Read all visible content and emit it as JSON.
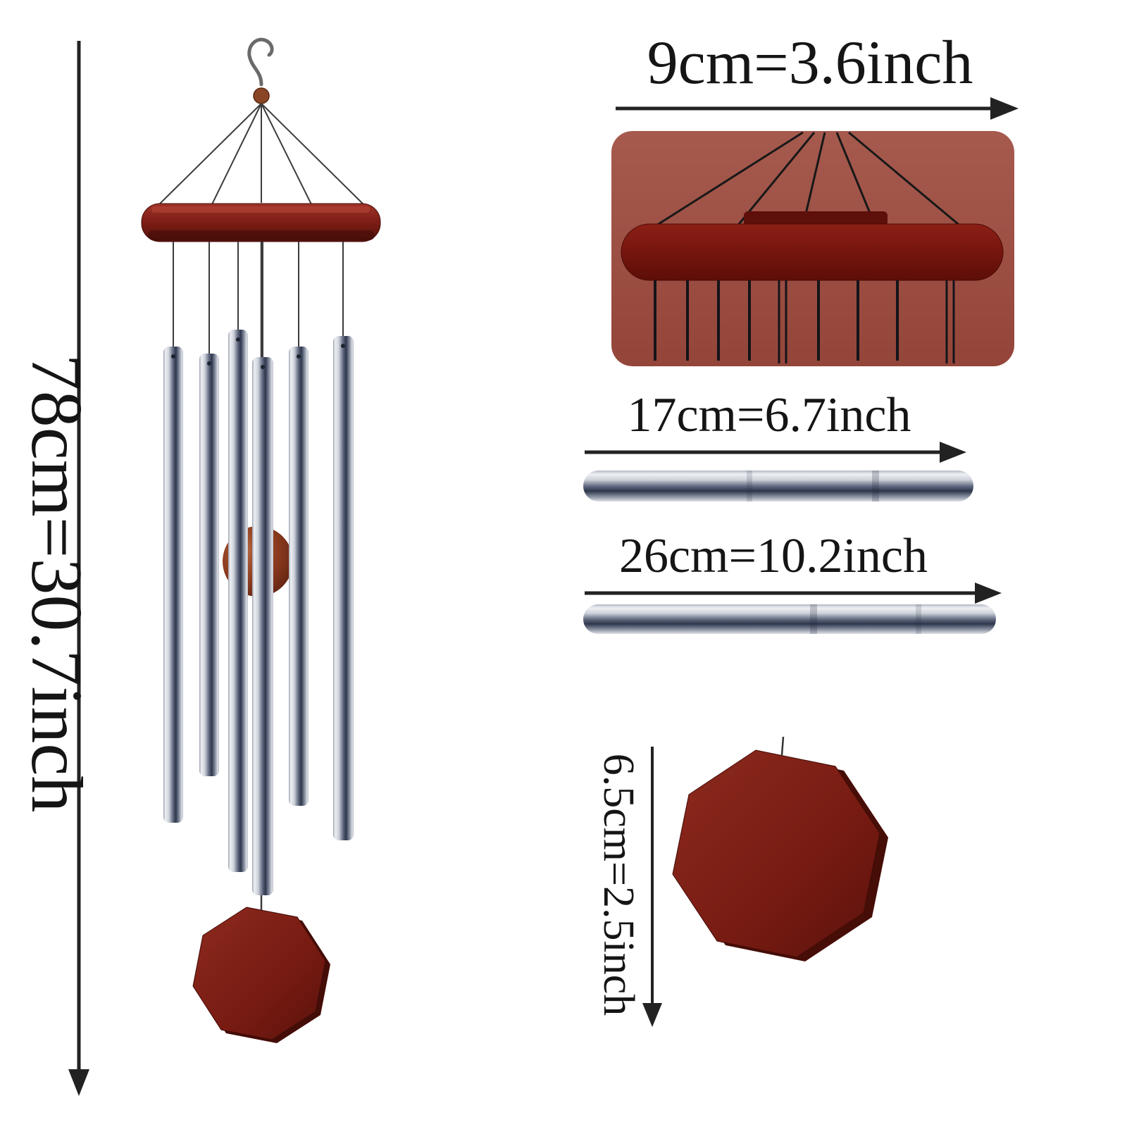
{
  "page": {
    "type": "product-dimension-diagram",
    "subject": "silver tube wind chime with wooden top plate and octagon wind catcher"
  },
  "labels": {
    "total_height": "78cm=30.7inch",
    "top_width": "9cm=3.6inch",
    "short_tube": "17cm=6.7inch",
    "long_tube": "26cm=10.2inch",
    "sail_size": "6.5cm=2.5inch"
  },
  "colors": {
    "background": "#ffffff",
    "text": "#151515",
    "arrow": "#222222",
    "wood_dark": "#6f140c",
    "wood_medium": "#7c1d15",
    "wood_board": "#9c4e43",
    "tube_highlight": "#eef0f4",
    "tube_shadow": "#2e364c"
  },
  "icons": {
    "down_arrow": "↓",
    "right_arrow": "→"
  }
}
